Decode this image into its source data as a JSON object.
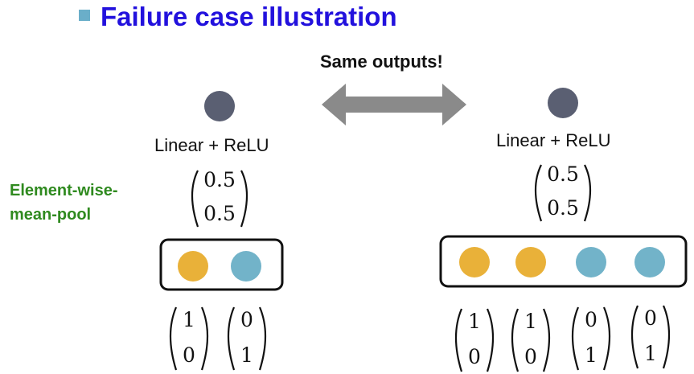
{
  "header": {
    "title": "Failure case illustration"
  },
  "arrow": {
    "label": "Same outputs!"
  },
  "side_label": {
    "line1": "Element-wise-",
    "line2": "mean-pool"
  },
  "left": {
    "layer_label": "Linear + ReLU",
    "output": [
      "0.5",
      "0.5"
    ],
    "inputs": [
      [
        "1",
        "0"
      ],
      [
        "0",
        "1"
      ]
    ]
  },
  "right": {
    "layer_label": "Linear + ReLU",
    "output": [
      "0.5",
      "0.5"
    ],
    "inputs": [
      [
        "1",
        "0"
      ],
      [
        "1",
        "0"
      ],
      [
        "0",
        "1"
      ],
      [
        "0",
        "1"
      ]
    ]
  },
  "colors": {
    "title": "#2211dd",
    "bullet": "#6aaec9",
    "side_label": "#2f8a1f",
    "node_dark": "#5a5f72",
    "node_orange": "#e9b139",
    "node_blue": "#72b3c9",
    "arrow": "#8a8a8a"
  }
}
